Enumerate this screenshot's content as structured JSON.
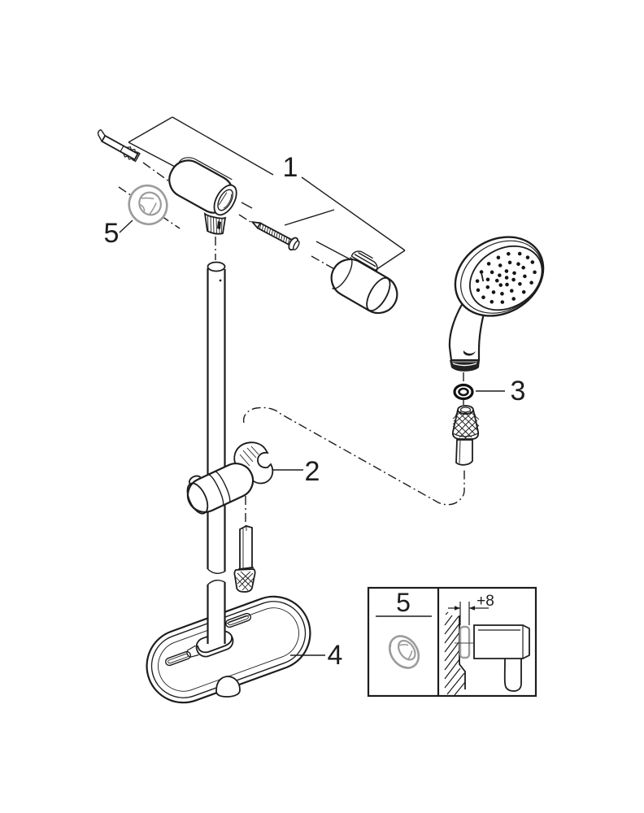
{
  "labels": {
    "part1": "1",
    "part2": "2",
    "part3": "3",
    "part4": "4",
    "part5": "5"
  },
  "inset": {
    "label": "5",
    "dimension": "+8"
  },
  "colors": {
    "line": "#1d1d1d",
    "grey_part": "#9c9c9c",
    "background": "#ffffff"
  }
}
